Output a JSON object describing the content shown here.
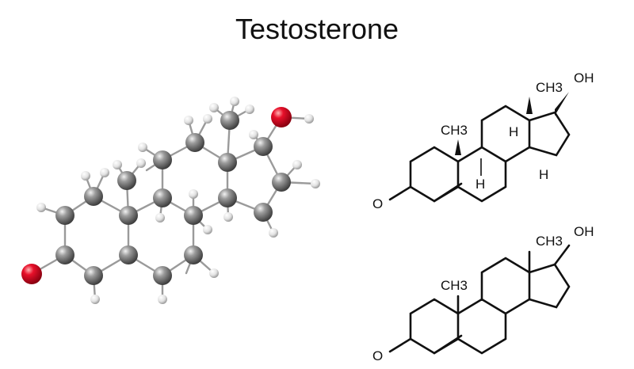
{
  "title": "Testosterone",
  "structure_top": {
    "ch3_a": "CH3",
    "ch3_b": "CH3",
    "oh": "OH",
    "oxygen": "O",
    "h1": "H",
    "h2": "H",
    "h3": "H"
  },
  "structure_bottom": {
    "ch3_a": "CH3",
    "ch3_b": "CH3",
    "oh": "OH",
    "oxygen": "O"
  },
  "colors": {
    "carbon": "#8a8a8a",
    "oxygen": "#e0102a",
    "hydrogen": "#e8e8e8",
    "line": "#111111"
  }
}
